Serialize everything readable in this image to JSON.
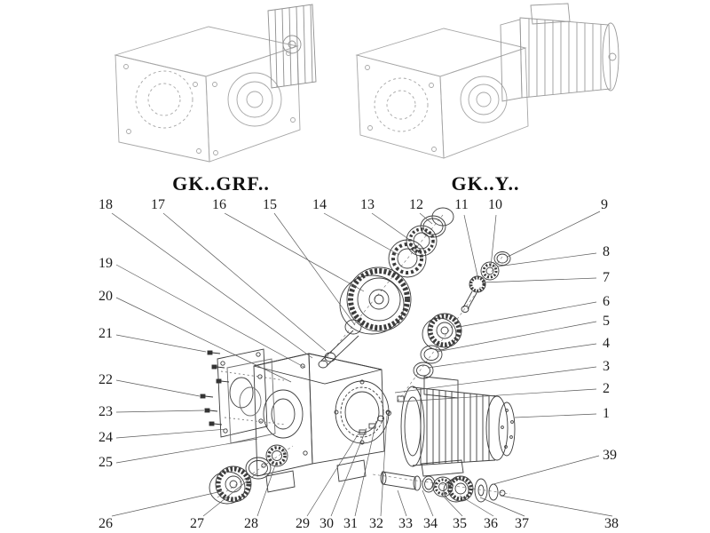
{
  "labels": {
    "left_model": "GK..GRF..",
    "right_model": "GK..Y.."
  },
  "callouts": {
    "top": [
      "18",
      "17",
      "16",
      "15",
      "14",
      "13",
      "12",
      "11",
      "10",
      "9"
    ],
    "right": [
      "8",
      "7",
      "6",
      "5",
      "4",
      "3",
      "2",
      "1"
    ],
    "right_lower": [
      "39"
    ],
    "left": [
      "19",
      "20",
      "21",
      "22",
      "23",
      "24",
      "25"
    ],
    "bottom": [
      "26",
      "27",
      "28",
      "29",
      "30",
      "31",
      "32",
      "33",
      "34",
      "35",
      "36",
      "37",
      "38"
    ]
  },
  "colors": {
    "line_light": "#a6a6a6",
    "line_dark": "#3c3c3c",
    "leader": "#5a5a5a",
    "text": "#1c1c1c"
  }
}
